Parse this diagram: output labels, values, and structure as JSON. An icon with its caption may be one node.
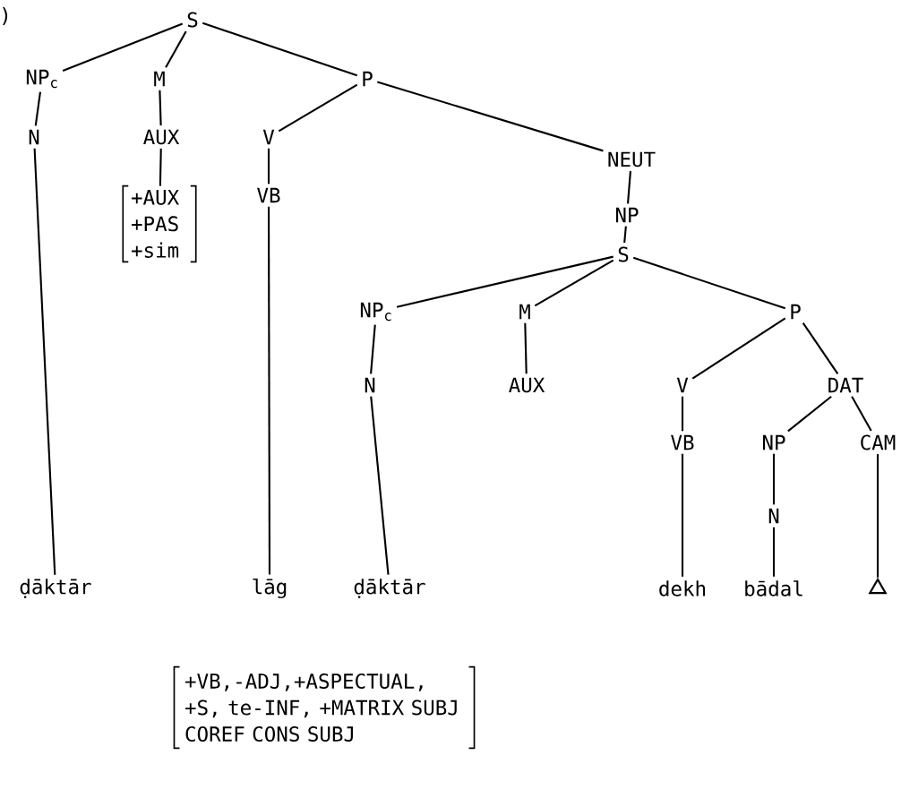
{
  "diagram": {
    "nodes": [
      {
        "text": [
          "S"
        ]
      },
      {
        "text": [
          "NP$_{c}$"
        ]
      },
      {
        "text": [
          "M"
        ]
      },
      {
        "text": [
          "P"
        ]
      },
      {
        "text": [
          "N"
        ]
      },
      {
        "text": [
          "AUX"
        ]
      },
      {
        "text": [
          "V"
        ]
      },
      {
        "text": [
          "+AUX +PAS +sim"
        ]
      },
      {
        "text": [
          "VB"
        ]
      },
      {
        "text": [
          "NEUT"
        ]
      },
      {
        "text": [
          "NP"
        ]
      },
      {
        "text": [
          "S"
        ]
      },
      {
        "text": [
          "NP$_{c}$"
        ]
      },
      {
        "text": [
          "M"
        ]
      },
      {
        "text": [
          "P"
        ]
      },
      {
        "text": [
          "N"
        ]
      },
      {
        "text": [
          "AUX"
        ]
      },
      {
        "text": [
          "V"
        ]
      },
      {
        "text": [
          "DAT"
        ]
      },
      {
        "text": [
          "VB"
        ]
      },
      {
        "text": [
          "NP"
        ]
      },
      {
        "text": [
          "CAM"
        ]
      },
      {
        "text": [
          "N"
        ]
      },
      {
        "text": [
          "ḍāktār"
        ]
      },
      {
        "text": [
          "lāg"
        ],
        "beside": [
          "+VB,-ADJ,+ASPECTUAL, +S, te-INF, +MATRIX SUBJ COREF CONS SUBJ"
        ]
      },
      {
        "text": [
          "ḍāktār"
        ]
      },
      {
        "text": [
          "dekh"
        ]
      },
      {
        "text": [
          "bādal"
        ]
      },
      {
        "text": [],
        "shape": "triangle"
      }
    ],
    "edges": [
      {
        "from": 0,
        "to": 1,
        "arrow": "none"
      },
      {
        "from": 0,
        "to": 2,
        "arrow": "none"
      },
      {
        "from": 0,
        "to": 3,
        "arrow": "none"
      },
      {
        "from": 1,
        "to": 4,
        "arrow": "none"
      },
      {
        "from": 2,
        "to": 5,
        "arrow": "none"
      },
      {
        "from": 5,
        "to": 7,
        "arrow": "none"
      },
      {
        "from": 3,
        "to": 6,
        "arrow": "none"
      },
      {
        "from": 6,
        "to": 8,
        "arrow": "none"
      },
      {
        "from": 3,
        "to": 9,
        "arrow": "none"
      },
      {
        "from": 9,
        "to": 10,
        "arrow": "none"
      },
      {
        "from": 10,
        "to": 11,
        "arrow": "none"
      },
      {
        "from": 11,
        "to": 12,
        "arrow": "none"
      },
      {
        "from": 11,
        "to": 13,
        "arrow": "none"
      },
      {
        "from": 11,
        "to": 14,
        "arrow": "none"
      },
      {
        "from": 12,
        "to": 15,
        "arrow": "none"
      },
      {
        "from": 13,
        "to": 16,
        "arrow": "none"
      },
      {
        "from": 14,
        "to": 17,
        "arrow": "none"
      },
      {
        "from": 14,
        "to": 18,
        "arrow": "none"
      },
      {
        "from": 17,
        "to": 19,
        "arrow": "none"
      },
      {
        "from": 18,
        "to": 20,
        "arrow": "none"
      },
      {
        "from": 18,
        "to": 21,
        "arrow": "none"
      },
      {
        "from": 20,
        "to": 22,
        "arrow": "none"
      },
      {
        "from": 4,
        "to": 23,
        "arrow": "none"
      },
      {
        "from": 8,
        "to": 24,
        "arrow": "none"
      },
      {
        "from": 15,
        "to": 25,
        "arrow": "none"
      },
      {
        "from": 19,
        "to": 26,
        "arrow": "none"
      },
      {
        "from": 22,
        "to": 27,
        "arrow": "none"
      },
      {
        "from": 21,
        "to": 28,
        "arrow": "none"
      }
    ],
    "labels": [
      ")"
    ]
  }
}
